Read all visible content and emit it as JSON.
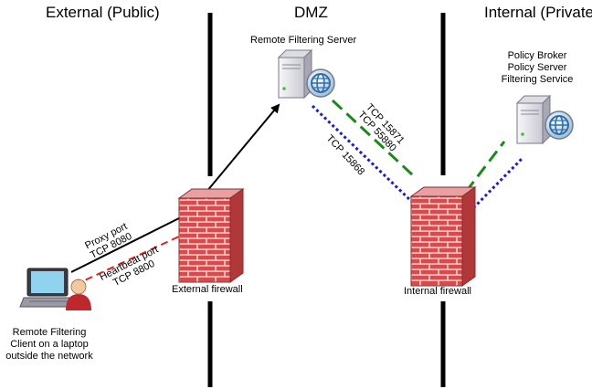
{
  "zones": {
    "external": "External (Public)",
    "dmz": "DMZ",
    "internal": "Internal (Private)"
  },
  "nodes": {
    "remote_filtering_server": {
      "label": "Remote Filtering Server",
      "icon": "server-globe-icon"
    },
    "internal_server": {
      "lines": [
        "Policy Broker",
        "Policy Server",
        "Filtering Service"
      ],
      "icon": "server-globe-icon"
    },
    "external_firewall": {
      "label": "External firewall",
      "icon": "brick-firewall-icon"
    },
    "internal_firewall": {
      "label": "Internal firewall",
      "icon": "brick-firewall-icon"
    },
    "client": {
      "lines": [
        "Remote Filtering",
        "Client on a laptop",
        "outside the network"
      ],
      "icon": "laptop-user-icon"
    }
  },
  "connections": {
    "proxy": {
      "line1": "Proxy port",
      "line2": "TCP 8080",
      "color": "#000000",
      "style": "solid"
    },
    "heartbeat": {
      "line1": "Heartbeat port",
      "line2": "TCP 8800",
      "color": "#e02020",
      "style": "dashed"
    },
    "dmz_green": {
      "line1": "TCP 15871",
      "line2": "TCP 55880",
      "color": "#1a8a1a",
      "style": "dashed"
    },
    "dmz_blue": {
      "line1": "TCP 15868",
      "color": "#1a1ae0",
      "style": "dotted"
    }
  },
  "colors": {
    "firewall_brick": "#d94a4a",
    "firewall_mortar": "#f2dada",
    "server_body": "#e8e8ee",
    "globe": "#2a6fb0"
  }
}
